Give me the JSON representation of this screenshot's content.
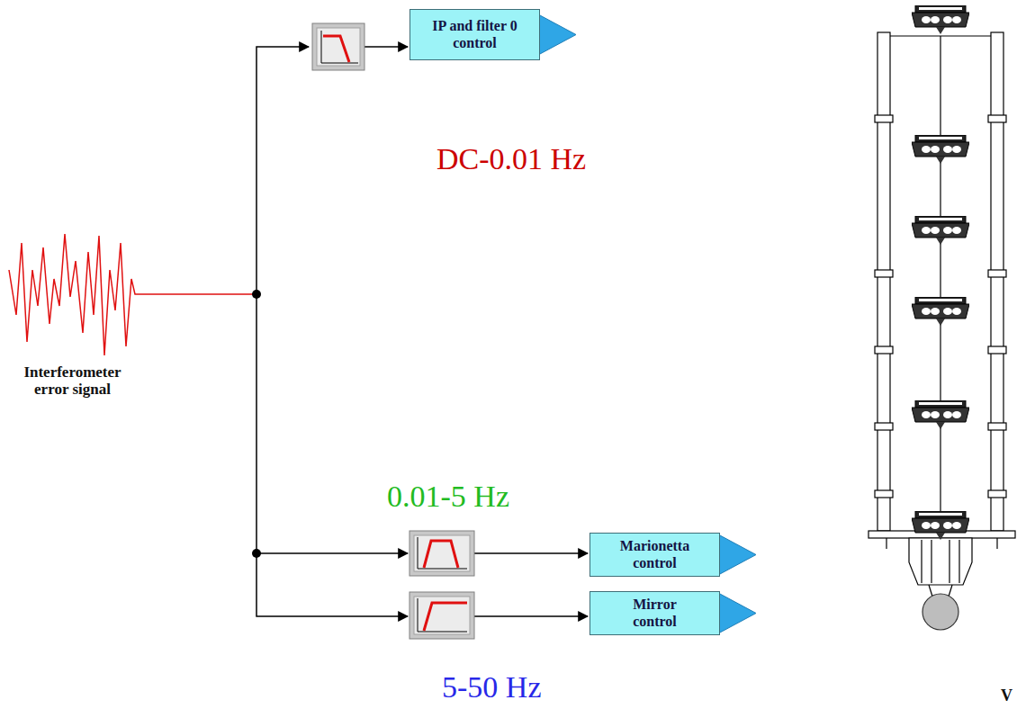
{
  "diagram": {
    "nodes": [
      {
        "text": [
          "IP and filter 0 control"
        ]
      },
      {
        "text": [
          "Marionetta control"
        ]
      },
      {
        "text": [
          "Mirror control"
        ]
      }
    ],
    "labels": [
      "DC-0.01 Hz",
      "0.01-5 Hz",
      "5-50 Hz",
      "Interferometer error signal",
      "V"
    ]
  }
}
